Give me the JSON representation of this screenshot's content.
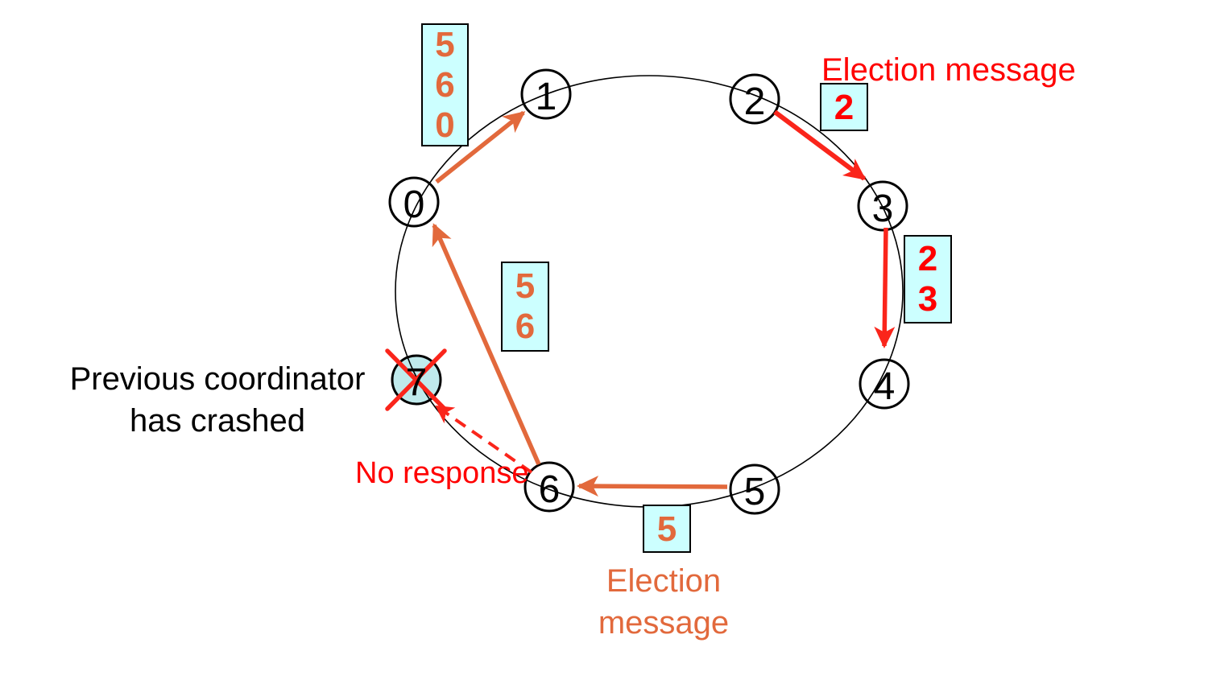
{
  "diagram": {
    "type": "ring-election-algorithm",
    "nodes": [
      {
        "label": "0"
      },
      {
        "label": "1"
      },
      {
        "label": "2"
      },
      {
        "label": "3"
      },
      {
        "label": "4"
      },
      {
        "label": "5"
      },
      {
        "label": "6"
      },
      {
        "label": "7"
      }
    ],
    "crashed_node": "7",
    "captions": {
      "election_message_top": "Election message",
      "election_message_bottom": "Election\nmessage",
      "no_response": "No response",
      "previous_coordinator": "Previous coordinator\nhas crashed"
    },
    "message_boxes": {
      "box_560": {
        "values": "5\n6\n0",
        "between": "0 and 1",
        "color": "orange"
      },
      "box_2": {
        "values": "2",
        "between": "2 and 3",
        "color": "red"
      },
      "box_23": {
        "values": "2\n3",
        "between": "3 and 4",
        "color": "red"
      },
      "box_56": {
        "values": "5\n6",
        "between": "6 and 0",
        "color": "orange"
      },
      "box_5": {
        "values": "5",
        "between": "5 and 6",
        "color": "orange"
      }
    },
    "colors": {
      "red": "#FF0000",
      "arrow_red": "#FA251B",
      "orange": "#E2693C",
      "box_fill": "#CCFFFF",
      "crashed_node_fill": "#BFEAEC",
      "outline": "#000000"
    }
  }
}
